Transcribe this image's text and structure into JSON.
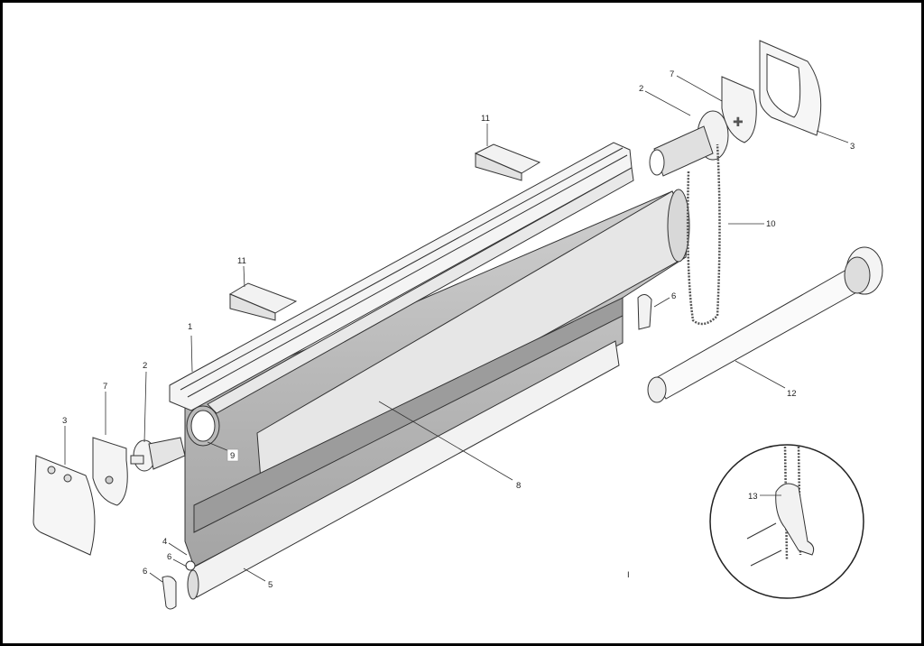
{
  "diagram": {
    "labels": {
      "headrail": "1",
      "bracket_left_drive": "2",
      "bracket_right_drive": "2",
      "end_cap_left": "3",
      "end_cap_right": "3",
      "bottom_rail_end": "4",
      "bottom_rail": "5",
      "clip_a": "6",
      "clip_b": "6",
      "clip_right": "6",
      "mount_plate_left": "7",
      "mount_plate_right": "7",
      "fabric": "8",
      "tube": "9",
      "chain": "10",
      "bracket_upper": "11",
      "bracket_lower": "11",
      "roller_tube": "12",
      "chain_guide": "13",
      "page_marker": "I"
    }
  }
}
